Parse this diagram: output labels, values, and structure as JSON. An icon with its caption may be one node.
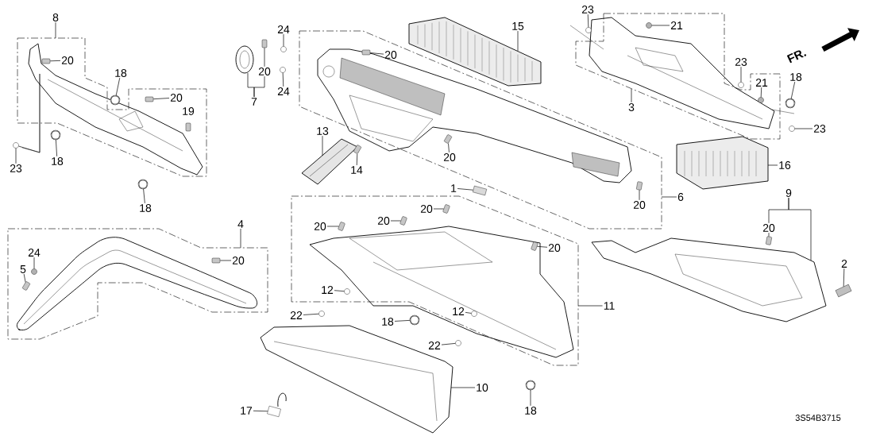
{
  "diagram": {
    "nodes": [
      {
        "text": [
          "8"
        ]
      },
      {
        "text": [],
        "shape": "box"
      },
      {
        "text": [
          "20"
        ],
        "in": 1
      },
      {
        "text": [],
        "shape": "box",
        "in": 1
      },
      {
        "text": [
          "18"
        ]
      },
      {
        "text": [],
        "shape": "circle"
      },
      {
        "text": [
          "20"
        ],
        "in": 1
      },
      {
        "text": [],
        "shape": "box",
        "in": 1
      },
      {
        "text": [
          "23"
        ]
      },
      {
        "text": [],
        "shape": "circle"
      },
      {
        "text": [
          "18"
        ]
      },
      {
        "text": [],
        "shape": "circle"
      },
      {
        "text": [
          "18"
        ]
      },
      {
        "text": [],
        "shape": "circle"
      },
      {
        "text": [
          "24"
        ]
      },
      {
        "text": [],
        "shape": "circle"
      },
      {
        "text": [
          "20"
        ]
      },
      {
        "text": [],
        "shape": "box"
      },
      {
        "text": [
          "24"
        ]
      },
      {
        "text": [],
        "shape": "circle"
      },
      {
        "text": [
          "7"
        ]
      },
      {
        "text": [],
        "shape": "picture"
      },
      {
        "text": [
          "20"
        ],
        "in": 51
      },
      {
        "text": [],
        "shape": "box",
        "in": 51
      },
      {
        "text": [
          "15"
        ]
      },
      {
        "text": [],
        "shape": "picture"
      },
      {
        "text": [
          "13"
        ]
      },
      {
        "text": [],
        "shape": "picture"
      },
      {
        "text": [
          "14"
        ]
      },
      {
        "text": [],
        "shape": "box"
      },
      {
        "text": [
          "20"
        ],
        "in": 51
      },
      {
        "text": [],
        "shape": "box",
        "in": 51
      },
      {
        "text": [
          "23"
        ]
      },
      {
        "text": [],
        "shape": "circle"
      },
      {
        "text": [
          "21"
        ],
        "in": 37
      },
      {
        "text": [],
        "shape": "circle",
        "in": 37
      },
      {
        "text": [
          "3"
        ]
      },
      {
        "text": [],
        "shape": "box"
      },
      {
        "text": [
          "23"
        ]
      },
      {
        "text": [],
        "shape": "circle"
      },
      {
        "text": [
          "21"
        ],
        "in": 37
      },
      {
        "text": [],
        "shape": "circle",
        "in": 37
      },
      {
        "text": [
          "18"
        ]
      },
      {
        "text": [],
        "shape": "circle"
      },
      {
        "text": [
          "23"
        ]
      },
      {
        "text": [],
        "shape": "circle"
      },
      {
        "text": [
          "16"
        ]
      },
      {
        "text": [],
        "shape": "picture"
      },
      {
        "text": [
          "20"
        ],
        "in": 51
      },
      {
        "text": [],
        "shape": "box",
        "in": 51
      },
      {
        "text": [
          "6"
        ]
      },
      {
        "text": [],
        "shape": "box"
      },
      {
        "text": [
          "9"
        ]
      },
      {
        "text": [
          "20"
        ]
      },
      {
        "text": [],
        "shape": "box"
      },
      {
        "text": [],
        "shape": "picture"
      },
      {
        "text": [
          "2"
        ]
      },
      {
        "text": [],
        "shape": "box"
      },
      {
        "text": [
          "1"
        ]
      },
      {
        "text": [],
        "shape": "box"
      },
      {
        "text": [
          "4"
        ]
      },
      {
        "text": [],
        "shape": "box"
      },
      {
        "text": [
          "20"
        ],
        "in": 61
      },
      {
        "text": [],
        "shape": "box",
        "in": 61
      },
      {
        "text": [
          "24"
        ],
        "in": 61
      },
      {
        "text": [],
        "shape": "circle",
        "in": 61
      },
      {
        "text": [
          "5"
        ],
        "in": 61
      },
      {
        "text": [],
        "shape": "box",
        "in": 61
      },
      {
        "text": [
          "20"
        ],
        "in": 93
      },
      {
        "text": [],
        "shape": "box",
        "in": 93
      },
      {
        "text": [
          "20"
        ],
        "in": 93
      },
      {
        "text": [],
        "shape": "box",
        "in": 93
      },
      {
        "text": [
          "20"
        ],
        "in": 93
      },
      {
        "text": [],
        "shape": "box",
        "in": 93
      },
      {
        "text": [
          "20"
        ],
        "in": 93
      },
      {
        "text": [],
        "shape": "box",
        "in": 93
      },
      {
        "text": [
          "12"
        ],
        "in": 93
      },
      {
        "text": [],
        "shape": "circle",
        "in": 93
      },
      {
        "text": [
          "12"
        ],
        "in": 93
      },
      {
        "text": [],
        "shape": "circle",
        "in": 93
      },
      {
        "text": [
          "22"
        ]
      },
      {
        "text": [],
        "shape": "circle"
      },
      {
        "text": [
          "18"
        ]
      },
      {
        "text": [],
        "shape": "circle"
      },
      {
        "text": [
          "22"
        ]
      },
      {
        "text": [],
        "shape": "circle"
      },
      {
        "text": [
          "10"
        ]
      },
      {
        "text": [],
        "shape": "picture"
      },
      {
        "text": [
          "18"
        ]
      },
      {
        "text": [],
        "shape": "circle"
      },
      {
        "text": [
          "17"
        ]
      },
      {
        "text": [],
        "shape": "picture"
      },
      {
        "text": [
          "11"
        ]
      },
      {
        "text": [],
        "shape": "box"
      }
    ],
    "edges": [
      {
        "from": 0,
        "to": 1,
        "arrow": "none"
      },
      {
        "from": 2,
        "to": 3,
        "arrow": "none"
      },
      {
        "from": 4,
        "to": 5,
        "arrow": "none"
      },
      {
        "from": 6,
        "to": 7,
        "arrow": "none"
      },
      {
        "from": 8,
        "to": 9,
        "arrow": "none"
      },
      {
        "from": 10,
        "to": 11,
        "arrow": "none"
      },
      {
        "from": 12,
        "to": 13,
        "arrow": "none"
      },
      {
        "from": 14,
        "to": 15,
        "arrow": "none"
      },
      {
        "from": 16,
        "to": 17,
        "arrow": "none"
      },
      {
        "from": 18,
        "to": 19,
        "arrow": "none"
      },
      {
        "from": 20,
        "to": 21,
        "arrow": "none"
      },
      {
        "from": 20,
        "to": 16,
        "arrow": "none"
      },
      {
        "from": 22,
        "to": 23,
        "arrow": "none"
      },
      {
        "from": 24,
        "to": 25,
        "arrow": "none"
      },
      {
        "from": 26,
        "to": 27,
        "arrow": "none"
      },
      {
        "from": 28,
        "to": 29,
        "arrow": "none"
      },
      {
        "from": 30,
        "to": 31,
        "arrow": "none"
      },
      {
        "from": 32,
        "to": 33,
        "arrow": "none"
      },
      {
        "from": 34,
        "to": 35,
        "arrow": "none"
      },
      {
        "from": 36,
        "to": 37,
        "arrow": "none"
      },
      {
        "from": 38,
        "to": 39,
        "arrow": "none"
      },
      {
        "from": 40,
        "to": 41,
        "arrow": "none"
      },
      {
        "from": 42,
        "to": 43,
        "arrow": "none"
      },
      {
        "from": 44,
        "to": 45,
        "arrow": "none"
      },
      {
        "from": 46,
        "to": 47,
        "arrow": "none"
      },
      {
        "from": 48,
        "to": 49,
        "arrow": "none"
      },
      {
        "from": 50,
        "to": 51,
        "arrow": "none"
      },
      {
        "from": 52,
        "to": 53,
        "arrow": "none"
      },
      {
        "from": 52,
        "to": 55,
        "arrow": "none"
      },
      {
        "from": 53,
        "to": 54,
        "arrow": "none"
      },
      {
        "from": 56,
        "to": 57,
        "arrow": "none"
      },
      {
        "from": 58,
        "to": 59,
        "arrow": "none"
      },
      {
        "from": 60,
        "to": 61,
        "arrow": "none"
      },
      {
        "from": 62,
        "to": 63,
        "arrow": "none"
      },
      {
        "from": 64,
        "to": 65,
        "arrow": "none"
      },
      {
        "from": 66,
        "to": 67,
        "arrow": "none"
      },
      {
        "from": 68,
        "to": 69,
        "arrow": "none"
      },
      {
        "from": 70,
        "to": 71,
        "arrow": "none"
      },
      {
        "from": 72,
        "to": 73,
        "arrow": "none"
      },
      {
        "from": 74,
        "to": 75,
        "arrow": "none"
      },
      {
        "from": 76,
        "to": 77,
        "arrow": "none"
      },
      {
        "from": 78,
        "to": 79,
        "arrow": "none"
      },
      {
        "from": 80,
        "to": 81,
        "arrow": "none"
      },
      {
        "from": 82,
        "to": 83,
        "arrow": "none"
      },
      {
        "from": 84,
        "to": 85,
        "arrow": "none"
      },
      {
        "from": 86,
        "to": 87,
        "arrow": "none"
      },
      {
        "from": 88,
        "to": 89,
        "arrow": "none"
      },
      {
        "from": 90,
        "to": 91,
        "arrow": "none"
      },
      {
        "from": 92,
        "to": 93,
        "arrow": "none"
      },
      {
        "from": 9,
        "to": 1,
        "arrow": "none"
      }
    ],
    "labels": [
      "FR.",
      "19",
      "3S54B3715"
    ]
  }
}
